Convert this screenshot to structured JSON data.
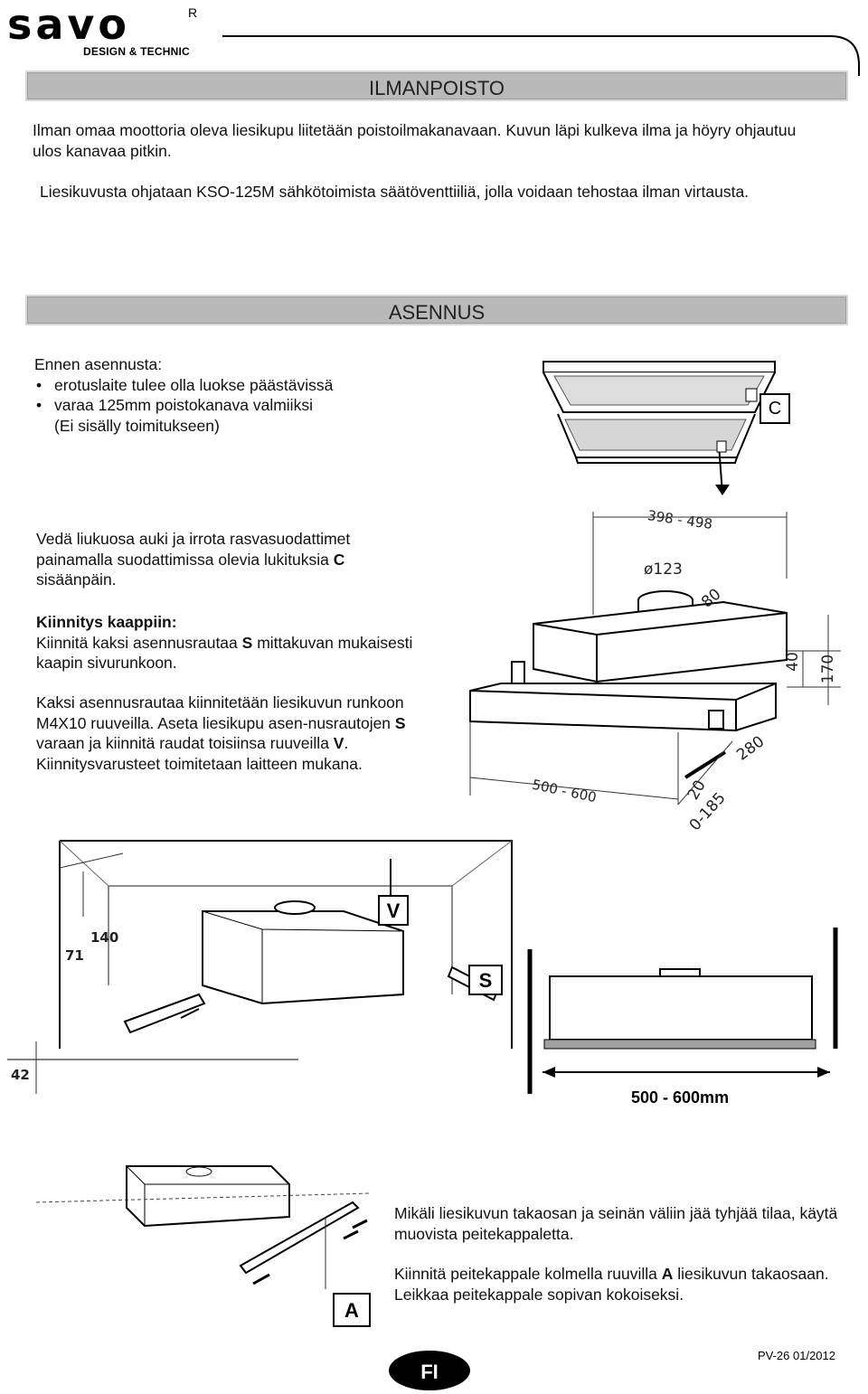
{
  "header": {
    "logo_word": "savo",
    "logo_sub": "DESIGN & TECHNIC",
    "logo_reg": "R"
  },
  "section_ilmanpoisto": {
    "title": "ILMANPOISTO",
    "para1": "Ilman omaa moottoria oleva liesikupu liitetään poistoilmakanavaan. Kuvun läpi kulkeva ilma ja höyry ohjautuu ulos kanavaa pitkin.",
    "para2": "Liesikuvusta ohjataan KSO-125M sähkötoimista säätöventtiiliä, jolla voidaan tehostaa ilman virtausta."
  },
  "section_asennus": {
    "title": "ASENNUS",
    "before_title": "Ennen asennusta:",
    "bullets": [
      "erotuslaite tulee olla luokse päästävissä",
      "varaa 125mm poistokanava valmiiksi"
    ],
    "bullet_note": "(Ei sisälly toimitukseen)",
    "filter_text_1": "Vedä liukuosa auki ja irrota rasvasuodattimet painamalla suodattimissa olevia lukituksia ",
    "filter_text_bold": "C",
    "filter_text_2": " sisäänpäin.",
    "mount_title": "Kiinnitys kaappiin:",
    "mount_text_1": "Kiinnitä kaksi asennusrautaa ",
    "mount_text_bold": "S",
    "mount_text_2": " mittakuvan mukaisesti kaapin sivurunkoon.",
    "screw_text_1": "Kaksi asennusrautaa kiinnitetään liesikuvun runkoon M4X10 ruuveilla. Aseta liesikupu asen-nusrautojen ",
    "screw_text_bold1": "S",
    "screw_text_2": " varaan ja kiinnitä raudat toisiinsa ruuveilla ",
    "screw_text_bold2": "V",
    "screw_text_3": ".",
    "screw_text_4": "Kiinnitysvarusteet toimitetaan laitteen mukana."
  },
  "diagram_labels": {
    "filter_label": "C",
    "dim_width": "398 - 498",
    "dim_dia": "ø123",
    "dim_80": "80",
    "dim_40": "40",
    "dim_170": "170",
    "dim_280": "280",
    "dim_500_600": "500 - 600",
    "dim_20": "20",
    "dim_0_185": "0-185",
    "cab_140": "140",
    "cab_71": "71",
    "cab_42": "42",
    "label_v": "V",
    "label_s": "S",
    "width_mm": "500 - 600mm",
    "label_a": "A"
  },
  "cover_plate": {
    "text1": "Mikäli liesikuvun takaosan ja seinän väliin jää tyhjää tilaa, käytä muovista peitekappaletta.",
    "text2_1": "Kiinnitä peitekappale kolmella ruuvilla ",
    "text2_bold": "A",
    "text2_2": " liesikuvun takaosaan. Leikkaa peitekappale sopivan kokoiseksi."
  },
  "footer": {
    "badge": "FI",
    "code": "PV-26  01/2012"
  }
}
